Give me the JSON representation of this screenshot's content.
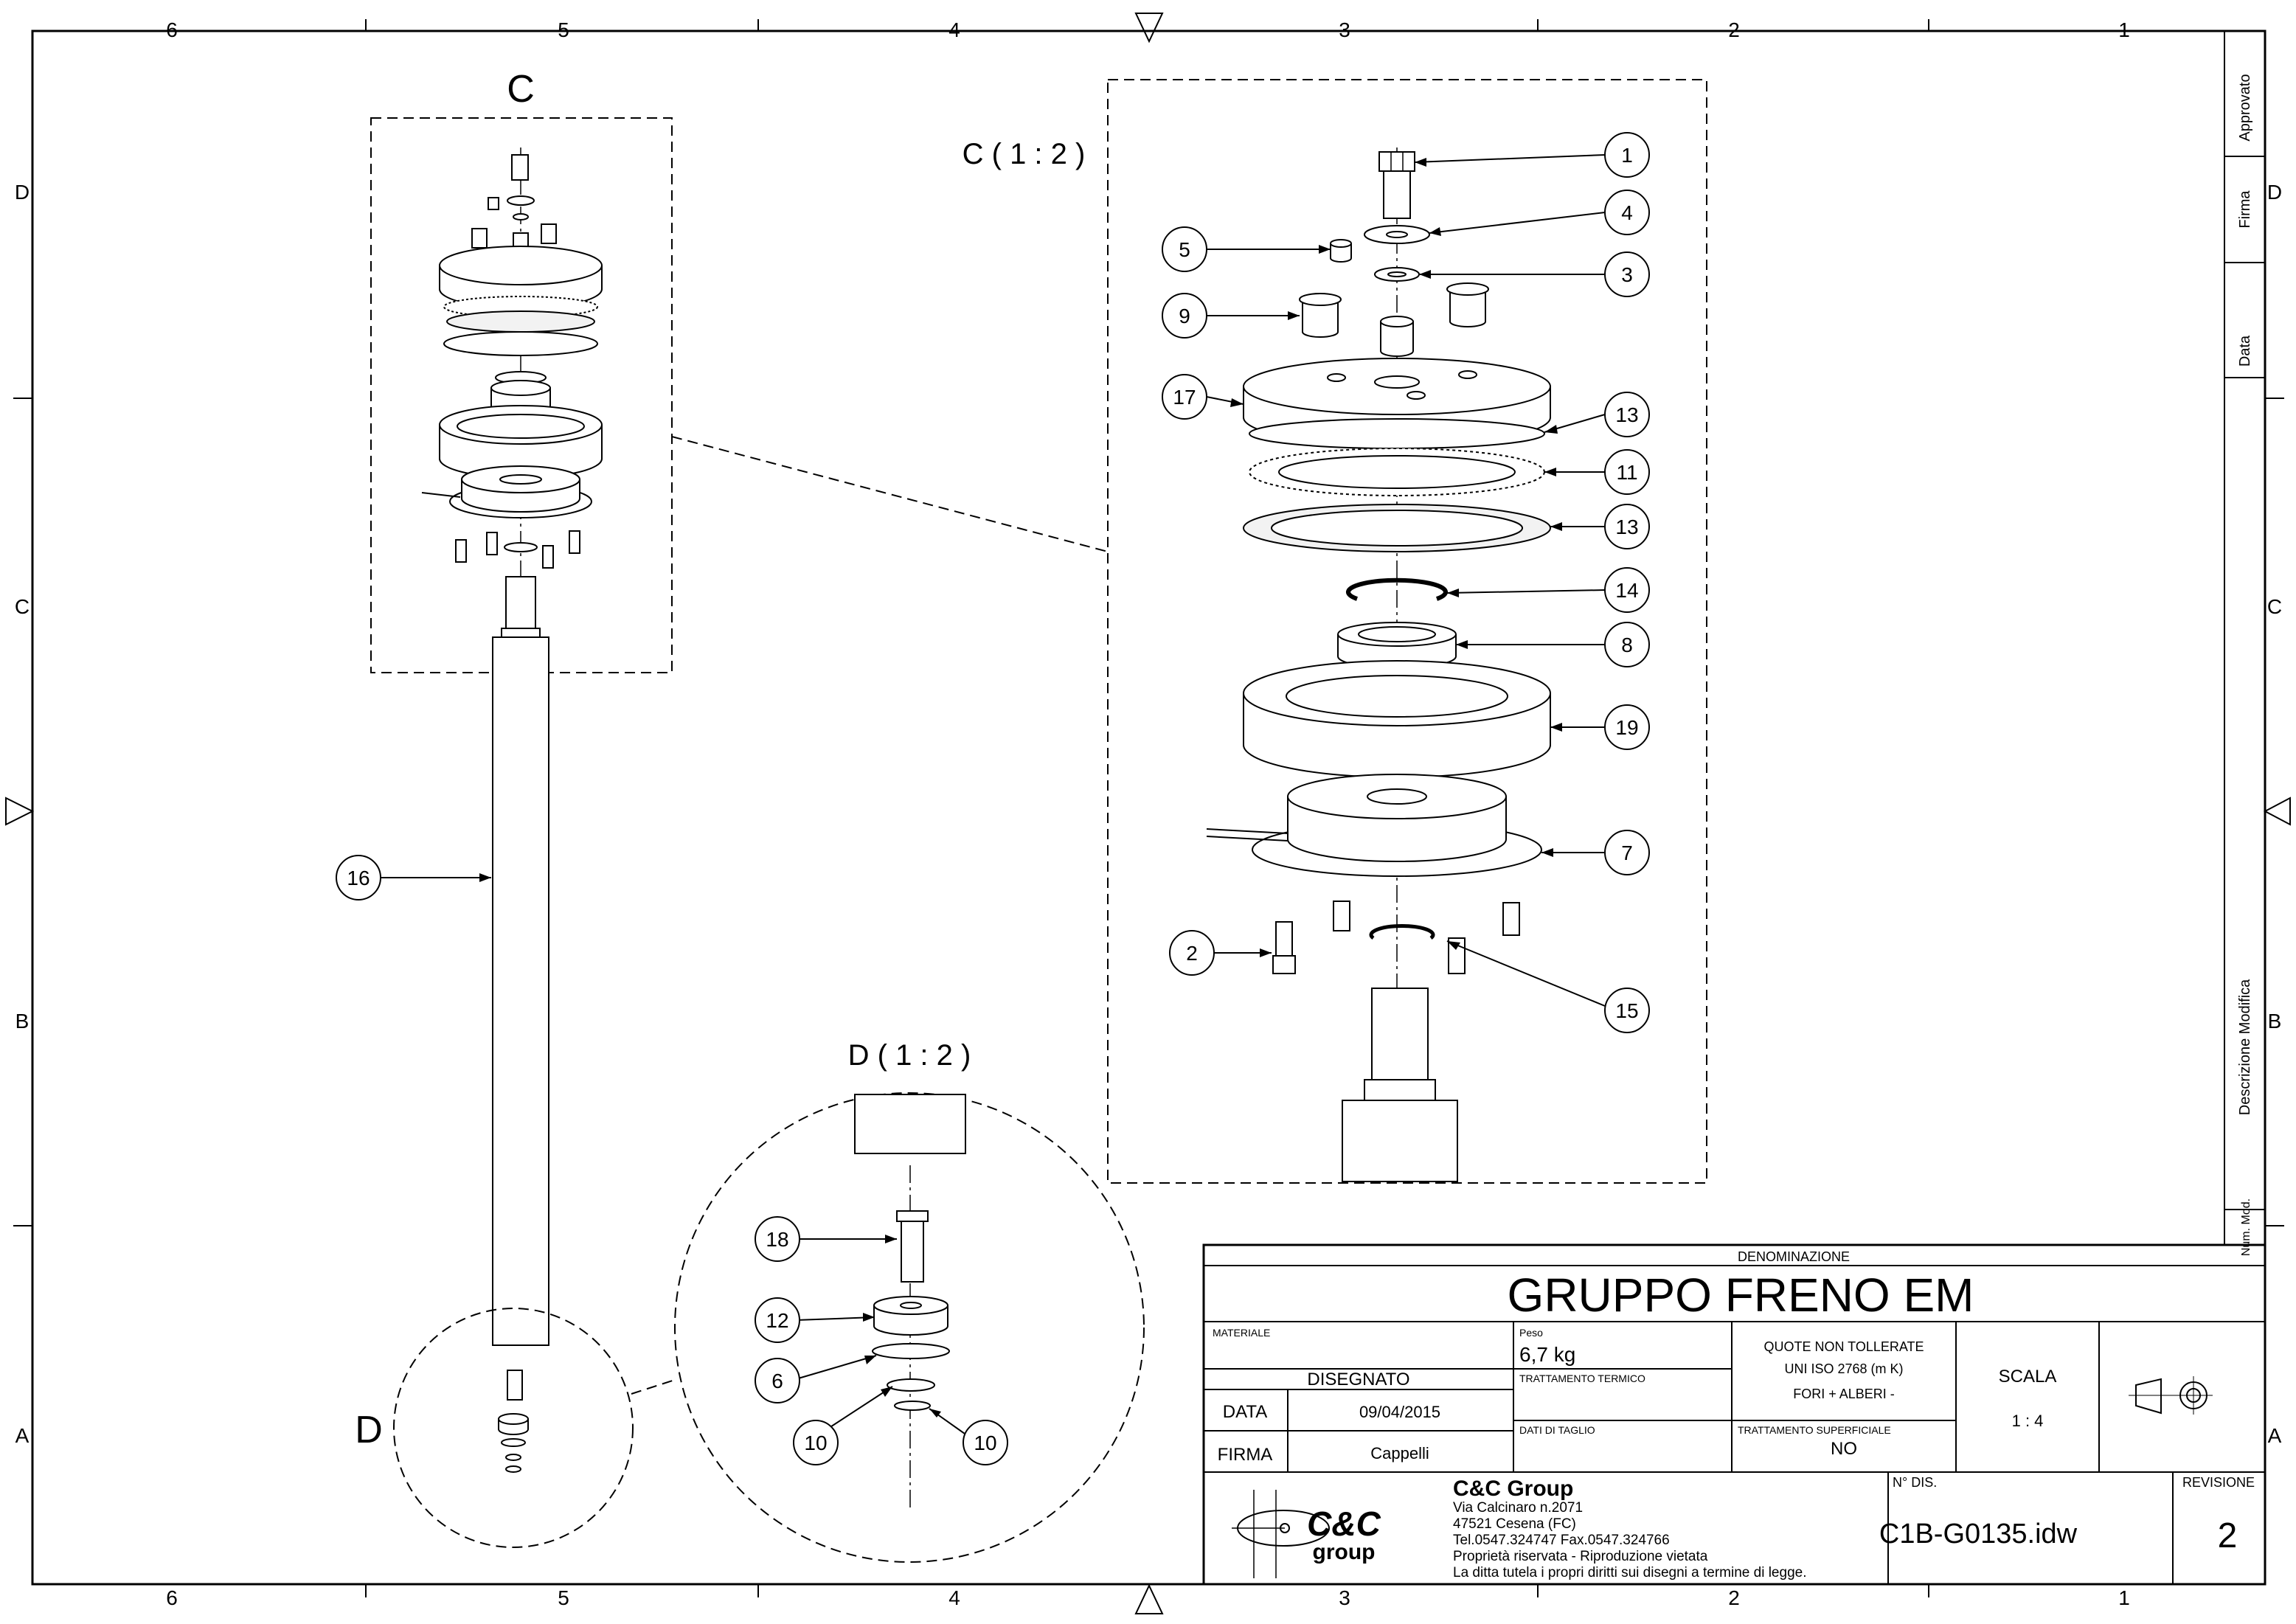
{
  "sheet": {
    "columns": [
      "6",
      "5",
      "4",
      "3",
      "2",
      "1"
    ],
    "rows": [
      "D",
      "C",
      "B",
      "A"
    ]
  },
  "views": {
    "detail_c_marker": "C",
    "detail_d_marker": "D",
    "detail_c_title": "C ( 1 : 2 )",
    "detail_d_title": "D ( 1 : 2 )"
  },
  "balloons_c": [
    "1",
    "4",
    "3",
    "5",
    "9",
    "17",
    "13",
    "11",
    "13",
    "14",
    "8",
    "19",
    "7",
    "2",
    "15"
  ],
  "balloon_main": "16",
  "balloons_d": [
    "18",
    "12",
    "6",
    "10",
    "10"
  ],
  "revision_block": {
    "approvato": "Approvato",
    "firma": "Firma",
    "data": "Data",
    "descrizione": "Descrizione Modifica",
    "num_mod": "Num. Mod."
  },
  "title_block": {
    "denominazione_label": "DENOMINAZIONE",
    "title": "GRUPPO FRENO EM",
    "materiale_label": "MATERIALE",
    "peso_label": "Peso",
    "peso_value": "6,7 kg",
    "quote_line1": "QUOTE NON TOLLERATE",
    "quote_line2": "UNI ISO 2768 (m K)",
    "quote_line3": "FORI + ALBERI -",
    "scala_label": "SCALA",
    "scala_value": "1 : 4",
    "disegnato_label": "DISEGNATO",
    "trattamento_termico_label": "TRATTAMENTO TERMICO",
    "data_label": "DATA",
    "data_value": "09/04/2015",
    "dati_taglio_label": "DATI DI TAGLIO",
    "trattamento_superficiale_label": "TRATTAMENTO SUPERFICIALE",
    "trattamento_superficiale_value": "NO",
    "firma_label": "FIRMA",
    "firma_value": "Cappelli",
    "company_name": "C&C Group",
    "address_lines": [
      "Via Calcinaro n.2071",
      "47521 Cesena (FC)",
      "Tel.0547.324747 Fax.0547.324766",
      "Proprietà riservata - Riproduzione vietata",
      "La ditta tutela i propri diritti sui disegni a termine di legge."
    ],
    "logo_text_main": "C&C",
    "logo_text_sub": "group",
    "ndis_label": "N° DIS.",
    "ndis_value": "C1B-G0135.idw",
    "revisione_label": "REVISIONE",
    "revisione_value": "2"
  }
}
